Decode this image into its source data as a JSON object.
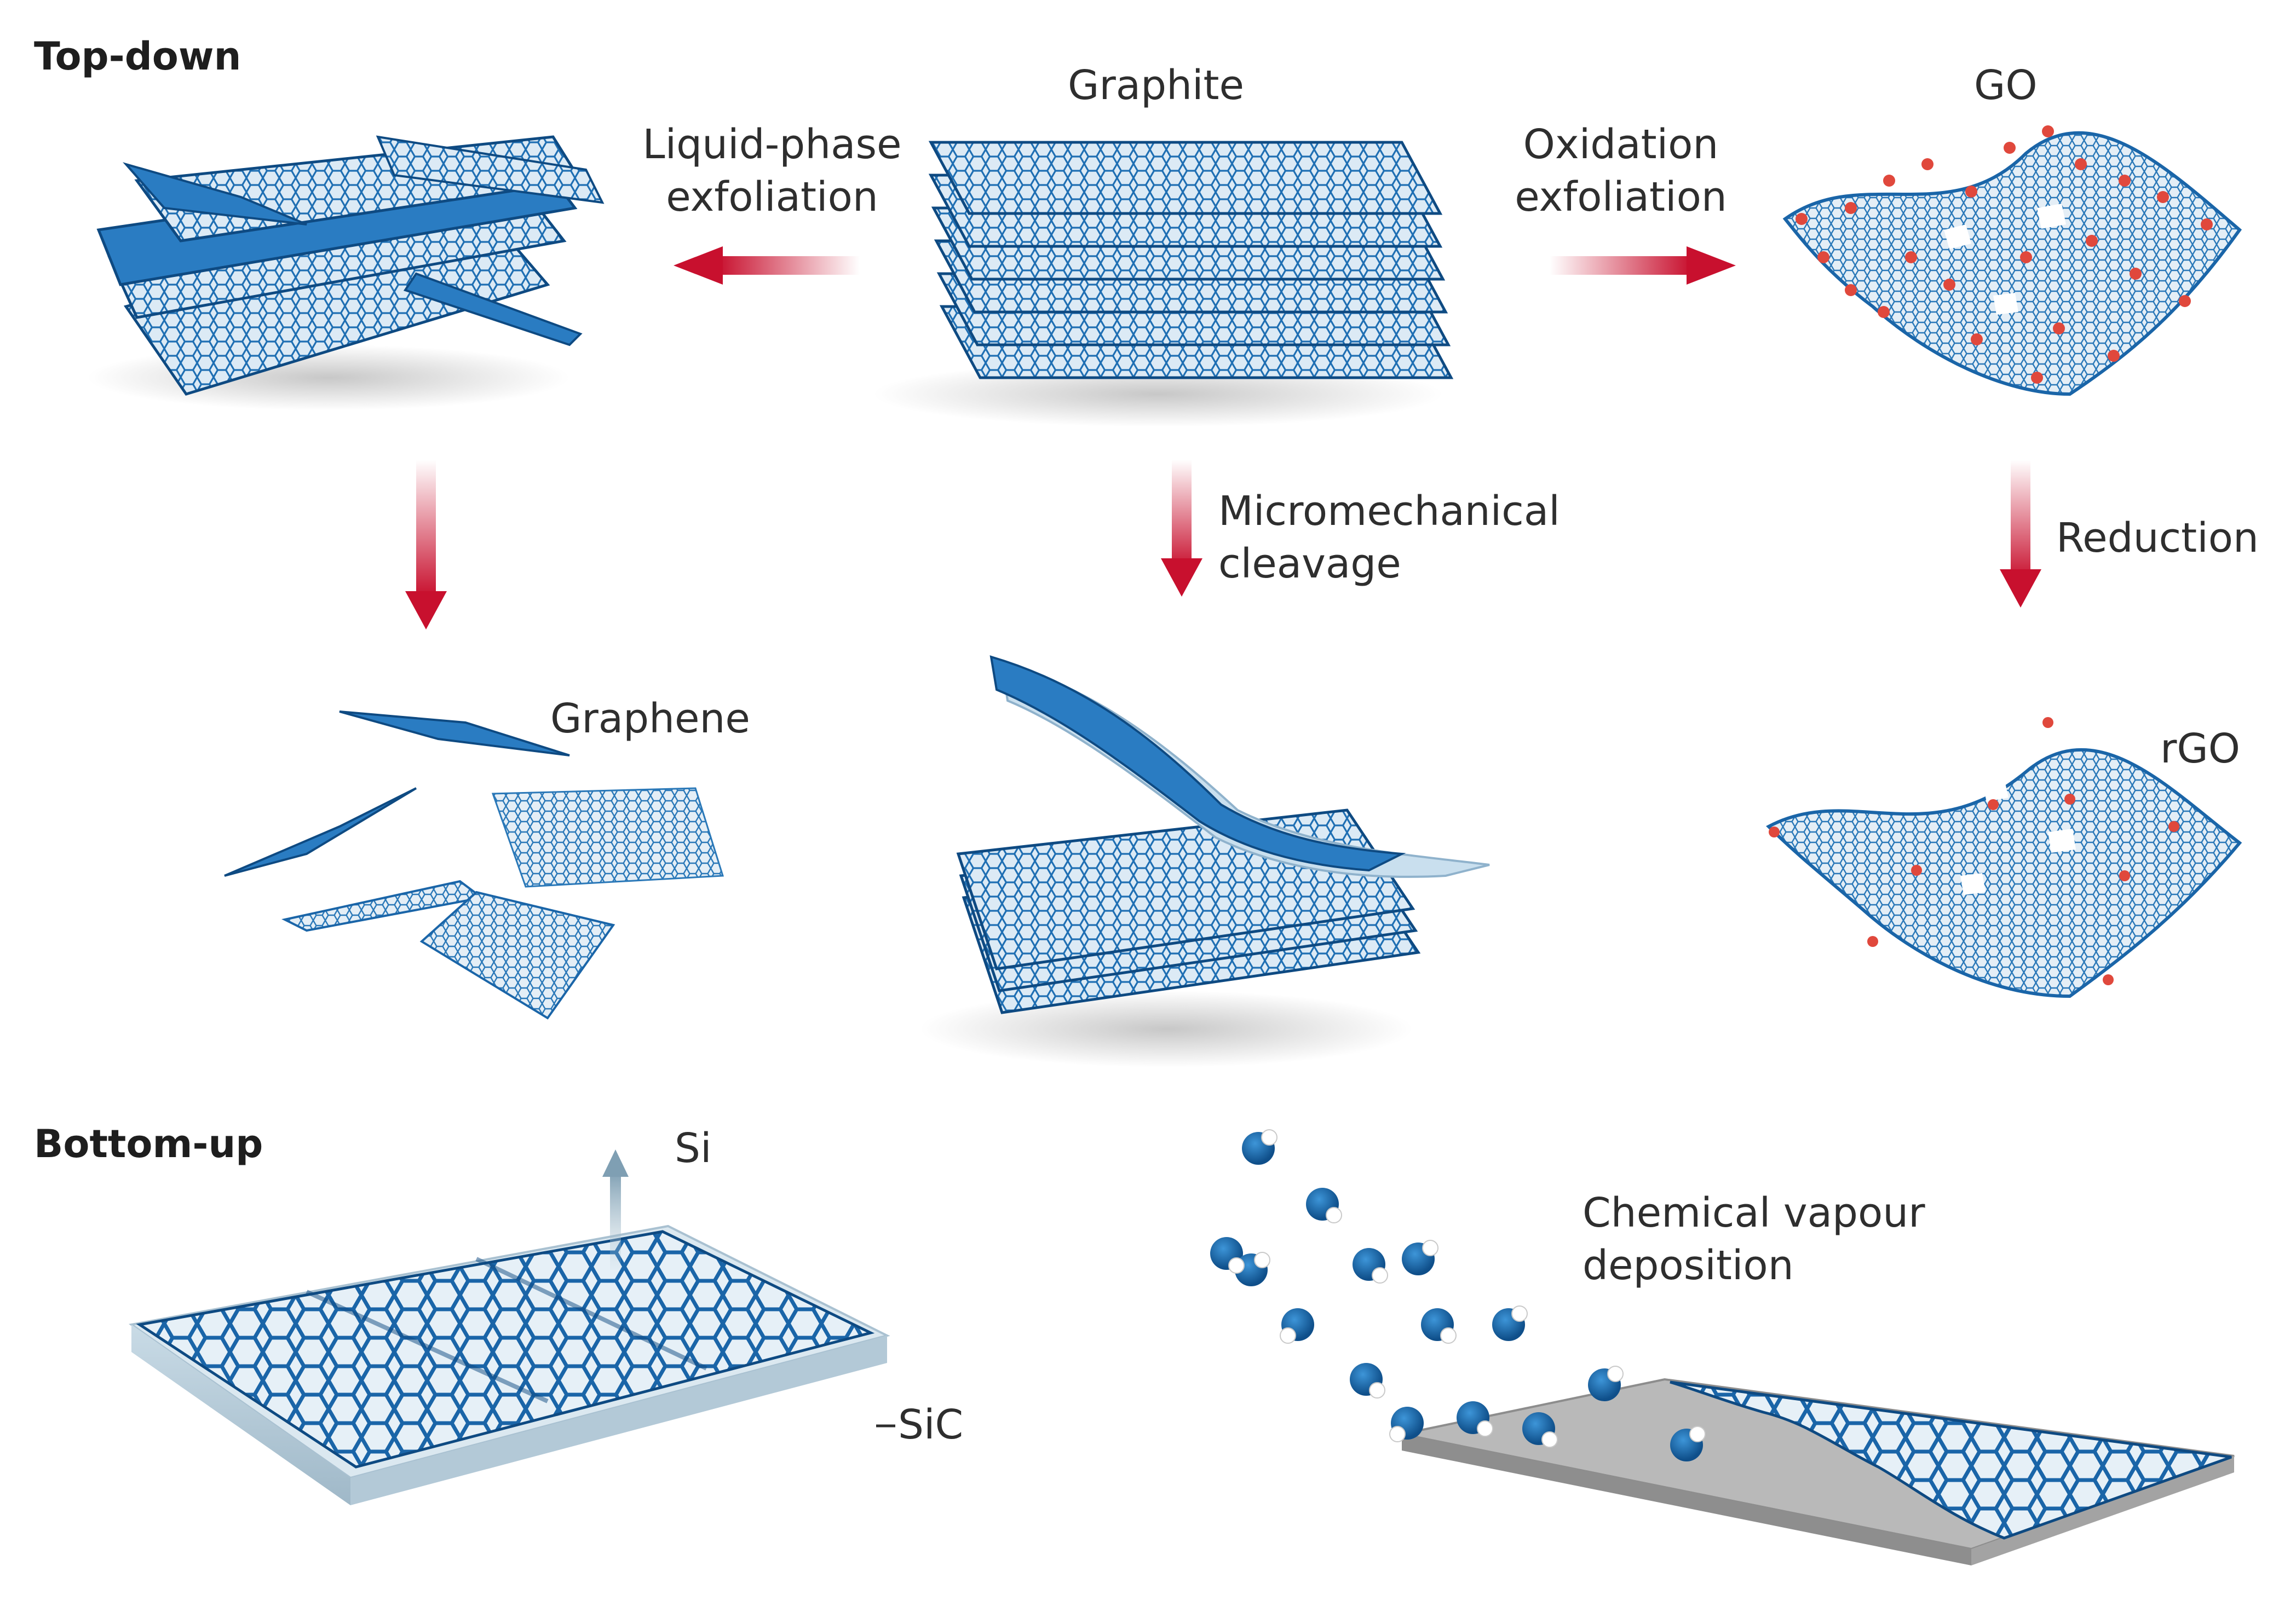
{
  "sections": {
    "top_down": "Top-down",
    "bottom_up": "Bottom-up"
  },
  "labels": {
    "graphite": "Graphite",
    "go": "GO",
    "rgo": "rGO",
    "graphene": "Graphene",
    "si": "Si",
    "sic": "SiC"
  },
  "processes": {
    "liquid_phase": [
      "Liquid-phase",
      "exfoliation"
    ],
    "oxidation": [
      "Oxidation",
      "exfoliation"
    ],
    "micromechanical": [
      "Micromechanical",
      "cleavage"
    ],
    "reduction": "Reduction",
    "cvd": [
      "Chemical vapour",
      "deposition"
    ]
  },
  "colors": {
    "graphene_blue": "#1f6fb3",
    "graphene_dark": "#0e4a82",
    "arrow_red": "#c8102e",
    "oxygen_red": "#e0483c",
    "substrate_grey": "#b9b9b9",
    "sic_light": "#d4e3ec",
    "text": "#2e2e2e"
  }
}
